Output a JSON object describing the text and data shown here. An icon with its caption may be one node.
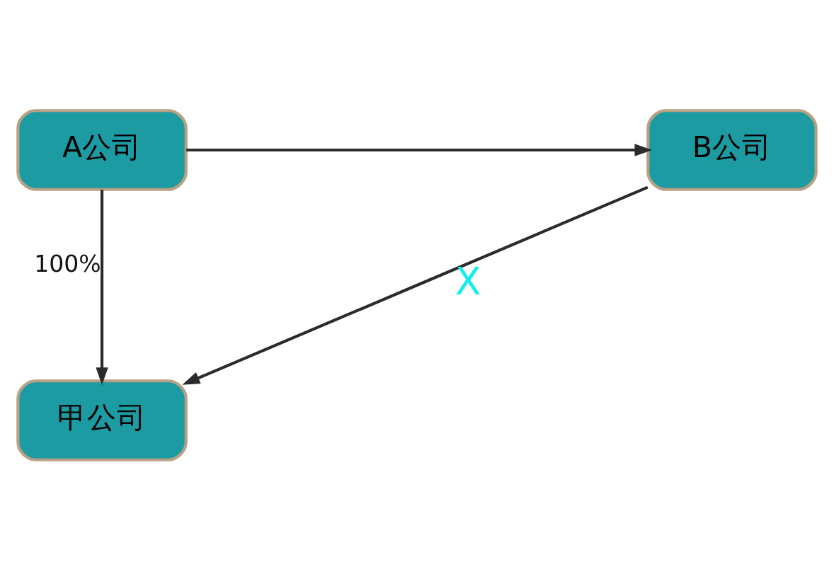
{
  "diagram": {
    "nodes": [
      {
        "text": [
          "A公司"
        ]
      },
      {
        "text": [
          "B公司"
        ]
      },
      {
        "text": [
          "甲公司"
        ]
      }
    ],
    "edges": [
      {
        "from": 0,
        "to": 1,
        "arrow": "to"
      },
      {
        "from": 0,
        "to": 2,
        "arrow": "to",
        "label": "100%"
      },
      {
        "from": 1,
        "to": 2,
        "arrow": "to",
        "label": "X"
      }
    ]
  }
}
